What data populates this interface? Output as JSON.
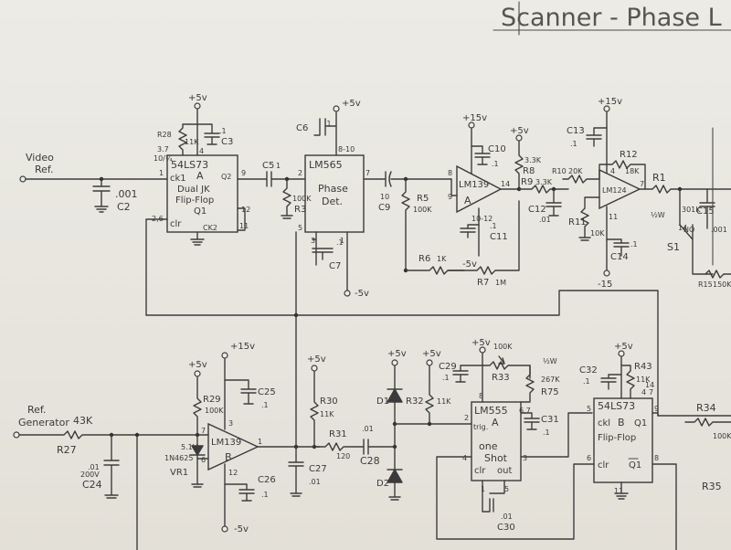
{
  "title": "Scanner - Phase L",
  "inputs": {
    "video_ref": [
      "Video",
      "Ref."
    ],
    "ref_generator": [
      "Ref.",
      "Generator"
    ]
  },
  "supplies": {
    "p5": "+5v",
    "p15": "+15v",
    "m5": "-5v",
    "m15": "-15",
    "m5b": "-5v"
  },
  "components": {
    "r28": "R28",
    "r28_val": "3.7",
    "r28_w": "10/¼",
    "r28_11k": "11K",
    "c3": "C3",
    "c3_val": ".1",
    "c2": "C2",
    "c2_val": ".001",
    "u1_part": "54LS73",
    "u1_unit": "A",
    "u1_name1": "Dual JK",
    "u1_name2": "Flip-Flop",
    "u1_id": "Q1",
    "u1_ck1": "ck1",
    "u1_clr": "clr",
    "u1_ck2": "CK2",
    "u1_q": "Q2",
    "u1_pin1": "1",
    "u1_pin4": "4",
    "u1_pin9": "9",
    "u1_pin12": "12",
    "u1_pin11": "11",
    "u1_pin26": "2,6",
    "c5": "C5",
    "c5_val": "1",
    "r3": "R3",
    "r3_val": "100K",
    "c6": "C6",
    "c6_val": ".1",
    "u2_part": "LM565",
    "u2_name1": "Phase",
    "u2_name2": "Det.",
    "u2_pin810": "8-10",
    "u2_pin2": "2",
    "u2_pin7": "7",
    "u2_pin5": "5",
    "u2_pin3": "3",
    "u2_pin1": "1",
    "c7": "C7",
    "c7_val": ".1",
    "c9": "C9",
    "c9_val": "10",
    "r5": "R5",
    "r5_val": "100K",
    "u3_part": "LM139",
    "u3_unit": "A",
    "u3_pin8": "8",
    "u3_pin9": "9",
    "u3_pin14": "14",
    "u3_pin1012": "10-12",
    "c10": "C10",
    "c10_val": ".1",
    "c11": "C11",
    "c11_val": ".1",
    "r8": "R8",
    "r8_val": "3.3K",
    "r9": "R9",
    "r9_val": "3.3K",
    "c12": "C12",
    "c12_val": ".01",
    "r6": "R6",
    "r6_val": "1K",
    "r7": "R7",
    "r7_val": "1M",
    "c13": "C13",
    "c13_val": ".1",
    "r10": "R10",
    "r10_val": "20K",
    "r12": "R12",
    "r12_val": "18K",
    "u4_part": "LM124",
    "u4_pin4": "4",
    "u4_pin7": "7",
    "u4_pin11": "11",
    "r11": "R11",
    "r11_val": "10K",
    "c14": "C14",
    "c14_val": ".1",
    "r1": "R1",
    "r1_val": "301K",
    "r1_sub": "½W",
    "c15": "C15",
    "c15_val": ".001",
    "s1": "S1",
    "s1_no": "NO",
    "s1_pin": "14",
    "r15": "R15",
    "r15_val": "150K",
    "r27": "R27",
    "r27_val": "43K",
    "c24": "C24",
    "c24_val": ".01",
    "c24_v": "200V",
    "vr1": "VR1",
    "vr1_part": "1N4625",
    "vr1_val": "5.1V",
    "r29": "R29",
    "r29_val": "100K",
    "u5_part": "LM139",
    "u5_unit": "B",
    "u5_pin7": "7",
    "u5_pin6": "6",
    "u5_pin3": "3",
    "u5_pin12": "12",
    "u5_pin1": "1",
    "c25": "C25",
    "c25_val": ".1",
    "c26": "C26",
    "c26_val": ".1",
    "r30": "R30",
    "r30_val": "11K",
    "c27": "C27",
    "c27_val": ".01",
    "r31": "R31",
    "r31_val": "120",
    "c28": "C28",
    "c28_val": ".01",
    "d1": "D1",
    "d2": "D2",
    "r32": "R32",
    "r32_val": "11K",
    "c29": "C29",
    "c29_val": ".1",
    "r33": "R33",
    "r33_val": "100K",
    "r35": "R75",
    "r35_val": "267K",
    "r35_w": "½W",
    "u6_part": "LM555",
    "u6_name1": "one",
    "u6_name2": "Shot",
    "u6_trig": "trig.",
    "u6_unit": "A",
    "u6_clr": "clr",
    "u6_out": "out",
    "u6_pin8": "8",
    "u6_pin2": "2",
    "u6_pin4": "4",
    "u6_pin3": "3",
    "u6_pin1": "1",
    "u6_pin5": "5",
    "u6_pin67": "6,7",
    "c31": "C31",
    "c31_val": ".1",
    "c30": "C30",
    "c30_val": ".01",
    "c32": "C32",
    "c32_val": ".1",
    "r43": "R43",
    "r43_val": "11K",
    "u7_part": "54LS73",
    "u7_ckl": "ckl",
    "u7_b": "B",
    "u7_q1": "Q1",
    "u7_name": "Flip-Flop",
    "u7_clr": "clr",
    "u7_q1b": "Q1",
    "u7_pin5": "5",
    "u7_pin6": "6",
    "u7_pin8": "8",
    "u7_pin9": "9",
    "u7_pin11": "11",
    "u7_pin4": "4",
    "u7_pin7": "7",
    "u7_pin14": "14",
    "r34": "R34",
    "r34_val": "100K",
    "r35b": "R35"
  }
}
